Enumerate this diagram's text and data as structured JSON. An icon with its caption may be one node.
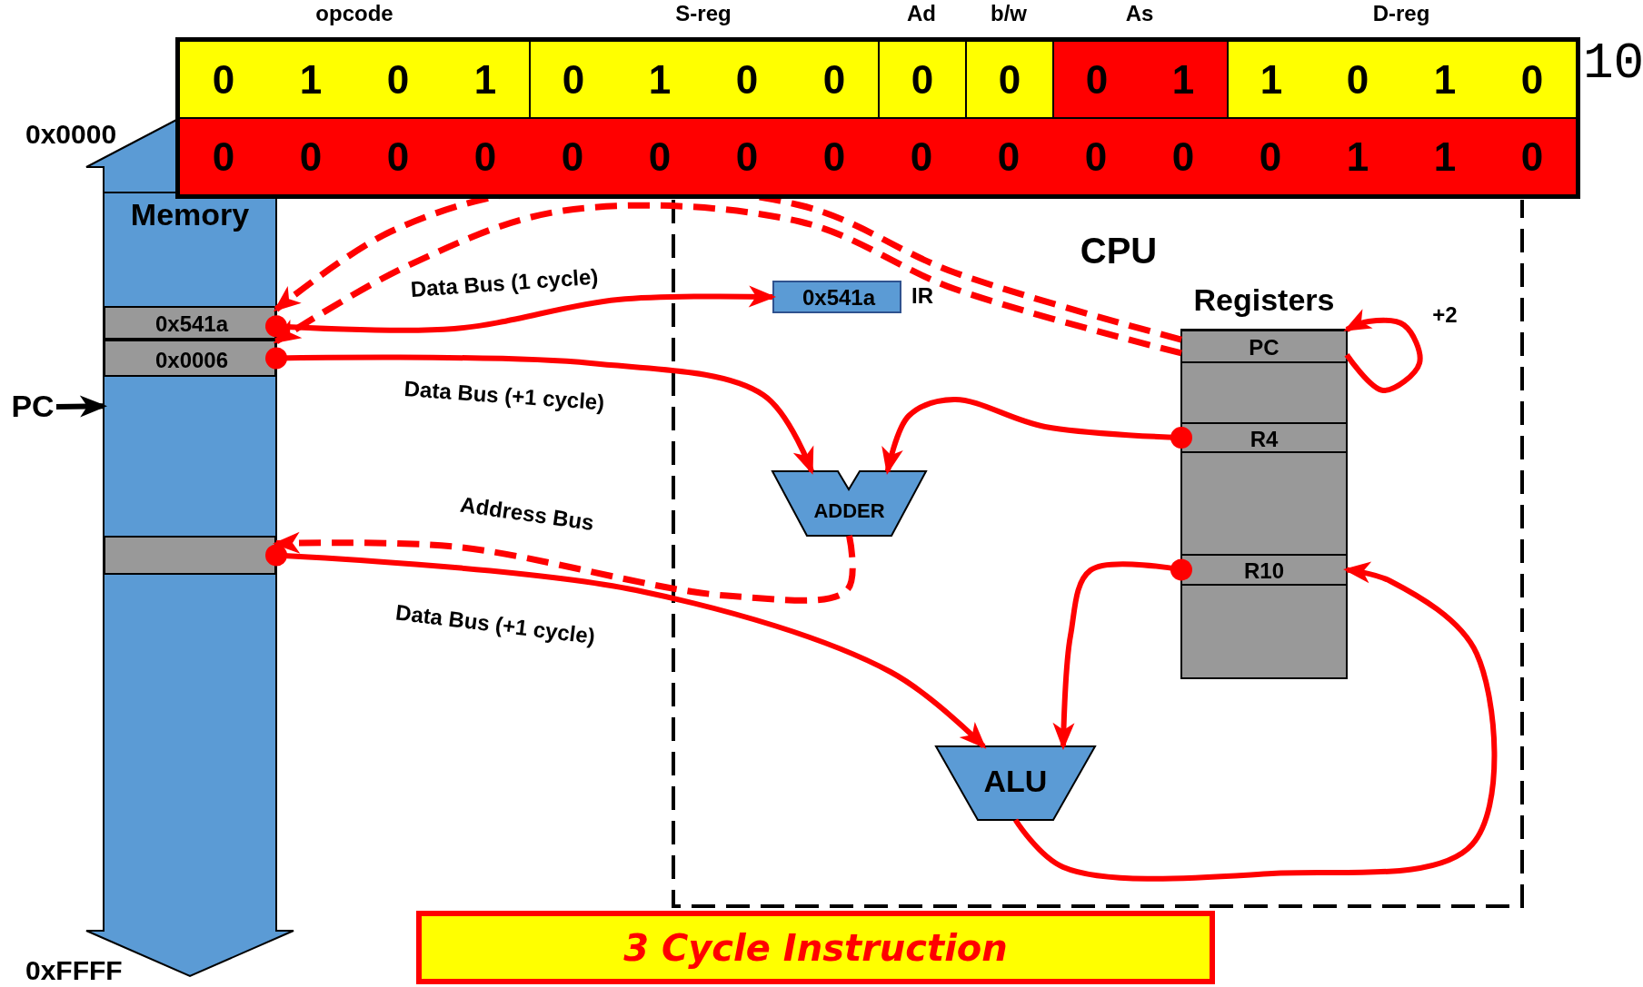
{
  "diagram": {
    "nodes": [
      {
        "text": [
          "Memory"
        ]
      },
      {
        "text": [
          "0x541a"
        ],
        "in": 0
      },
      {
        "text": [
          "0x0006"
        ],
        "in": 0
      },
      {
        "text": [],
        "shape": "box",
        "in": 0
      },
      {
        "text": [
          "CPU"
        ]
      },
      {
        "text": [
          "0x541a"
        ],
        "beside": [
          "IR"
        ],
        "in": 4
      },
      {
        "text": [
          "ADDER"
        ],
        "in": 4
      },
      {
        "text": [
          "Registers"
        ],
        "in": 4
      },
      {
        "text": [
          "PC"
        ],
        "in": 7
      },
      {
        "text": [
          "R4"
        ],
        "in": 7
      },
      {
        "text": [
          "R10"
        ],
        "in": 7
      },
      {
        "text": [
          "ALU"
        ],
        "in": 4
      },
      {
        "text": [
          "3 Cycle Instruction"
        ]
      },
      {
        "text": [
          "PC"
        ]
      }
    ],
    "edges": [
      {
        "from": 8,
        "to": 1,
        "arrow": "to",
        "style": "dashed"
      },
      {
        "from": 8,
        "to": 2,
        "arrow": "to",
        "style": "dashed"
      },
      {
        "from": 1,
        "to": 5,
        "arrow": "to",
        "label": "Data Bus (1 cycle)"
      },
      {
        "from": 2,
        "to": 6,
        "arrow": "to",
        "label": "Data Bus (+1 cycle)"
      },
      {
        "from": 9,
        "to": 6,
        "arrow": "to"
      },
      {
        "from": 6,
        "to": 3,
        "arrow": "to",
        "style": "dashed",
        "label": "Address Bus"
      },
      {
        "from": 3,
        "to": 11,
        "arrow": "to",
        "label": "Data Bus (+1 cycle)"
      },
      {
        "from": 10,
        "to": 11,
        "arrow": "to"
      },
      {
        "from": 11,
        "to": 10,
        "arrow": "to"
      },
      {
        "from": 8,
        "to": 8,
        "arrow": "to",
        "label": "+2"
      },
      {
        "from": 13,
        "to": 0,
        "arrow": "to",
        "color": "#000000"
      }
    ],
    "labels": [
      "opcode",
      "S-reg",
      "Ad",
      "b/w",
      "As",
      "D-reg",
      "0",
      "1",
      "0",
      "1",
      "0",
      "1",
      "0",
      "0",
      "0",
      "0",
      "0",
      "1",
      "1",
      "0",
      "1",
      "0",
      "10",
      "0x0000",
      "0",
      "0",
      "0",
      "0",
      "0",
      "0",
      "0",
      "0",
      "0",
      "0",
      "0",
      "0",
      "0",
      "1",
      "1",
      "0",
      "0xFFFF"
    ]
  }
}
